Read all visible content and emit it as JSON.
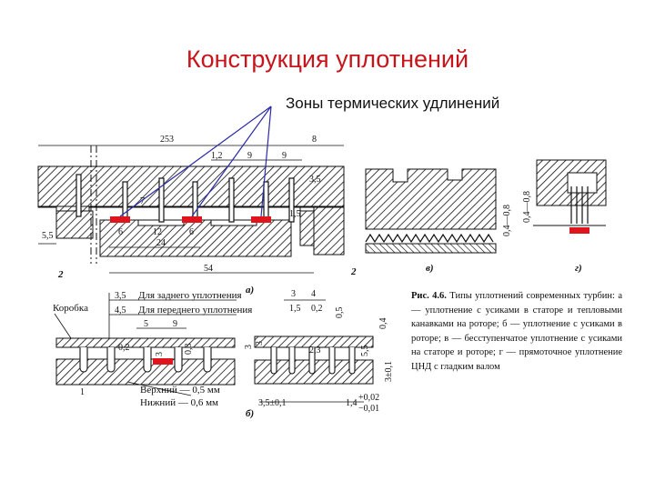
{
  "title": "Конструкция уплотнений",
  "subtitle": "Зоны термических удлинений",
  "colors": {
    "title": "#c8151b",
    "marker": "#e0141c",
    "pointer": "#2a2aa8",
    "ink": "#111111"
  },
  "fig_a": {
    "dims": {
      "d253": "253",
      "d8": "8",
      "d1_2": "1,2",
      "d9a": "9",
      "d9b": "9",
      "d3_5": "3,5",
      "d1_5": "1,5",
      "d5_5": "5,5",
      "d6a": "6",
      "d12": "12",
      "d6b": "6",
      "d24": "24",
      "d54": "54",
      "d7": "7"
    },
    "label": "а)",
    "ref_left": "2",
    "ref_right": "2"
  },
  "fig_b": {
    "korobka": "Коробка",
    "dims": {
      "d3_5": "3,5",
      "d4_5": "4,5",
      "d5": "5",
      "d9": "9",
      "d0_2": "0,2",
      "d3": "3",
      "d0_3": "0,3",
      "d1": "1"
    },
    "rear_seal": "Для заднего уплотнения",
    "front_seal": "Для переднего уплотнения",
    "upper": "Верхний — 0,5 мм",
    "lower": "Нижний — 0,6 мм",
    "label": "б)"
  },
  "fig_c": {
    "dims": {
      "d3": "3",
      "d4": "4",
      "d1_5": "1,5",
      "d0_2": "0,2",
      "d0_5": "0,5",
      "d0_4": "0,4",
      "d3_left": "3",
      "d3b": "3",
      "d2_3": "2,3",
      "d5_5": "5,5",
      "d3_5": "3,5±0,1",
      "d1_4": "1,4",
      "tol_plus": "+0,02",
      "tol_minus": "−0,01",
      "d3pm": "3±0,1"
    }
  },
  "fig_v": {
    "label": "в)",
    "dim": "0,4—0,8"
  },
  "fig_g": {
    "label": "г)",
    "dim": "0,4—0,8"
  },
  "caption": {
    "head": "Рис. 4.6.",
    "text": " Типы уплотнений современных турбин: а — уплотнение с усиками в статоре и тепловыми канавками на роторе; б — уплотнение с усиками в роторе; в — бесступенчатое уплотнение с усиками на статоре и роторе; г — прямоточное уплотнение ЦНД с гладким валом"
  }
}
